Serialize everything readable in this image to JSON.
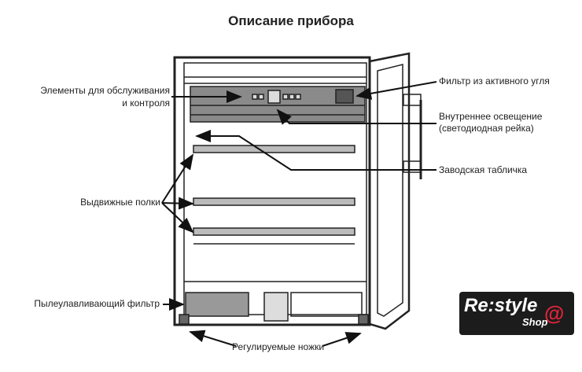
{
  "title": "Описание прибора",
  "labels": {
    "controls_1": "Элементы для обслуживания",
    "controls_2": "и контроля",
    "shelves": "Выдвижные полки",
    "dust_filter": "Пылеулавливающий фильтр",
    "feet": "Регулируемые ножки",
    "carbon_filter": "Фильтр из активного угля",
    "lighting_1": "Внутреннее освещение",
    "lighting_2": "(светодиодная рейка)",
    "plate": "Заводская табличка"
  },
  "logo": {
    "text": "Re:style",
    "sub": "Shop",
    "symbol": "@"
  }
}
